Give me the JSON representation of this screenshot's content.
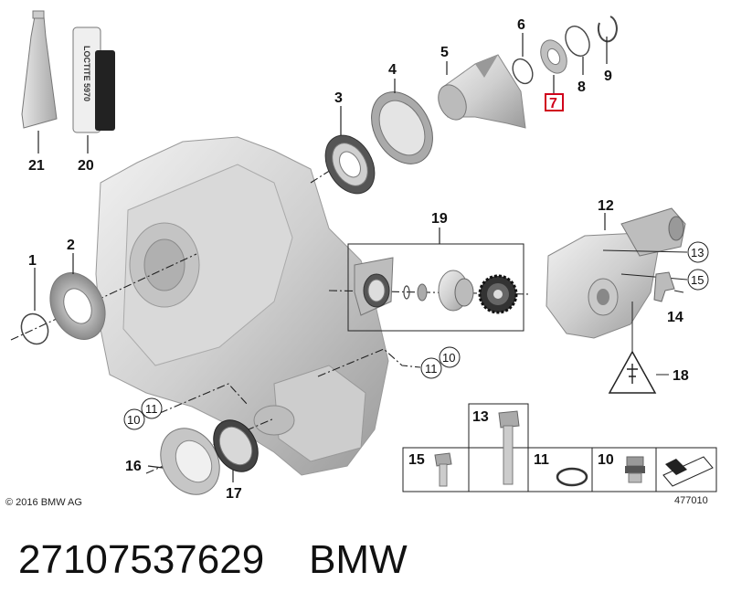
{
  "callouts": {
    "c1": "1",
    "c2": "2",
    "c3": "3",
    "c4": "4",
    "c5": "5",
    "c6": "6",
    "c7": "7",
    "c8": "8",
    "c9": "9",
    "c10": "10",
    "c12": "12",
    "c13": "13",
    "c14": "14",
    "c15": "15",
    "c16": "16",
    "c17": "17",
    "c18": "18",
    "c19": "19",
    "c20": "20",
    "c21": "21"
  },
  "circled": {
    "r13": "13",
    "r15": "15",
    "a11": "11",
    "a10": "10",
    "b11": "11",
    "b10": "10"
  },
  "legend": {
    "p15": "15",
    "p13": "13",
    "p11": "11",
    "p10": "10"
  },
  "highlight_color": "#d0021b",
  "tube_label": "LOCTITE 5970",
  "copyright": "© 2016 BMW AG",
  "diagram_id": "477010",
  "caption": "27107537629    BMW"
}
